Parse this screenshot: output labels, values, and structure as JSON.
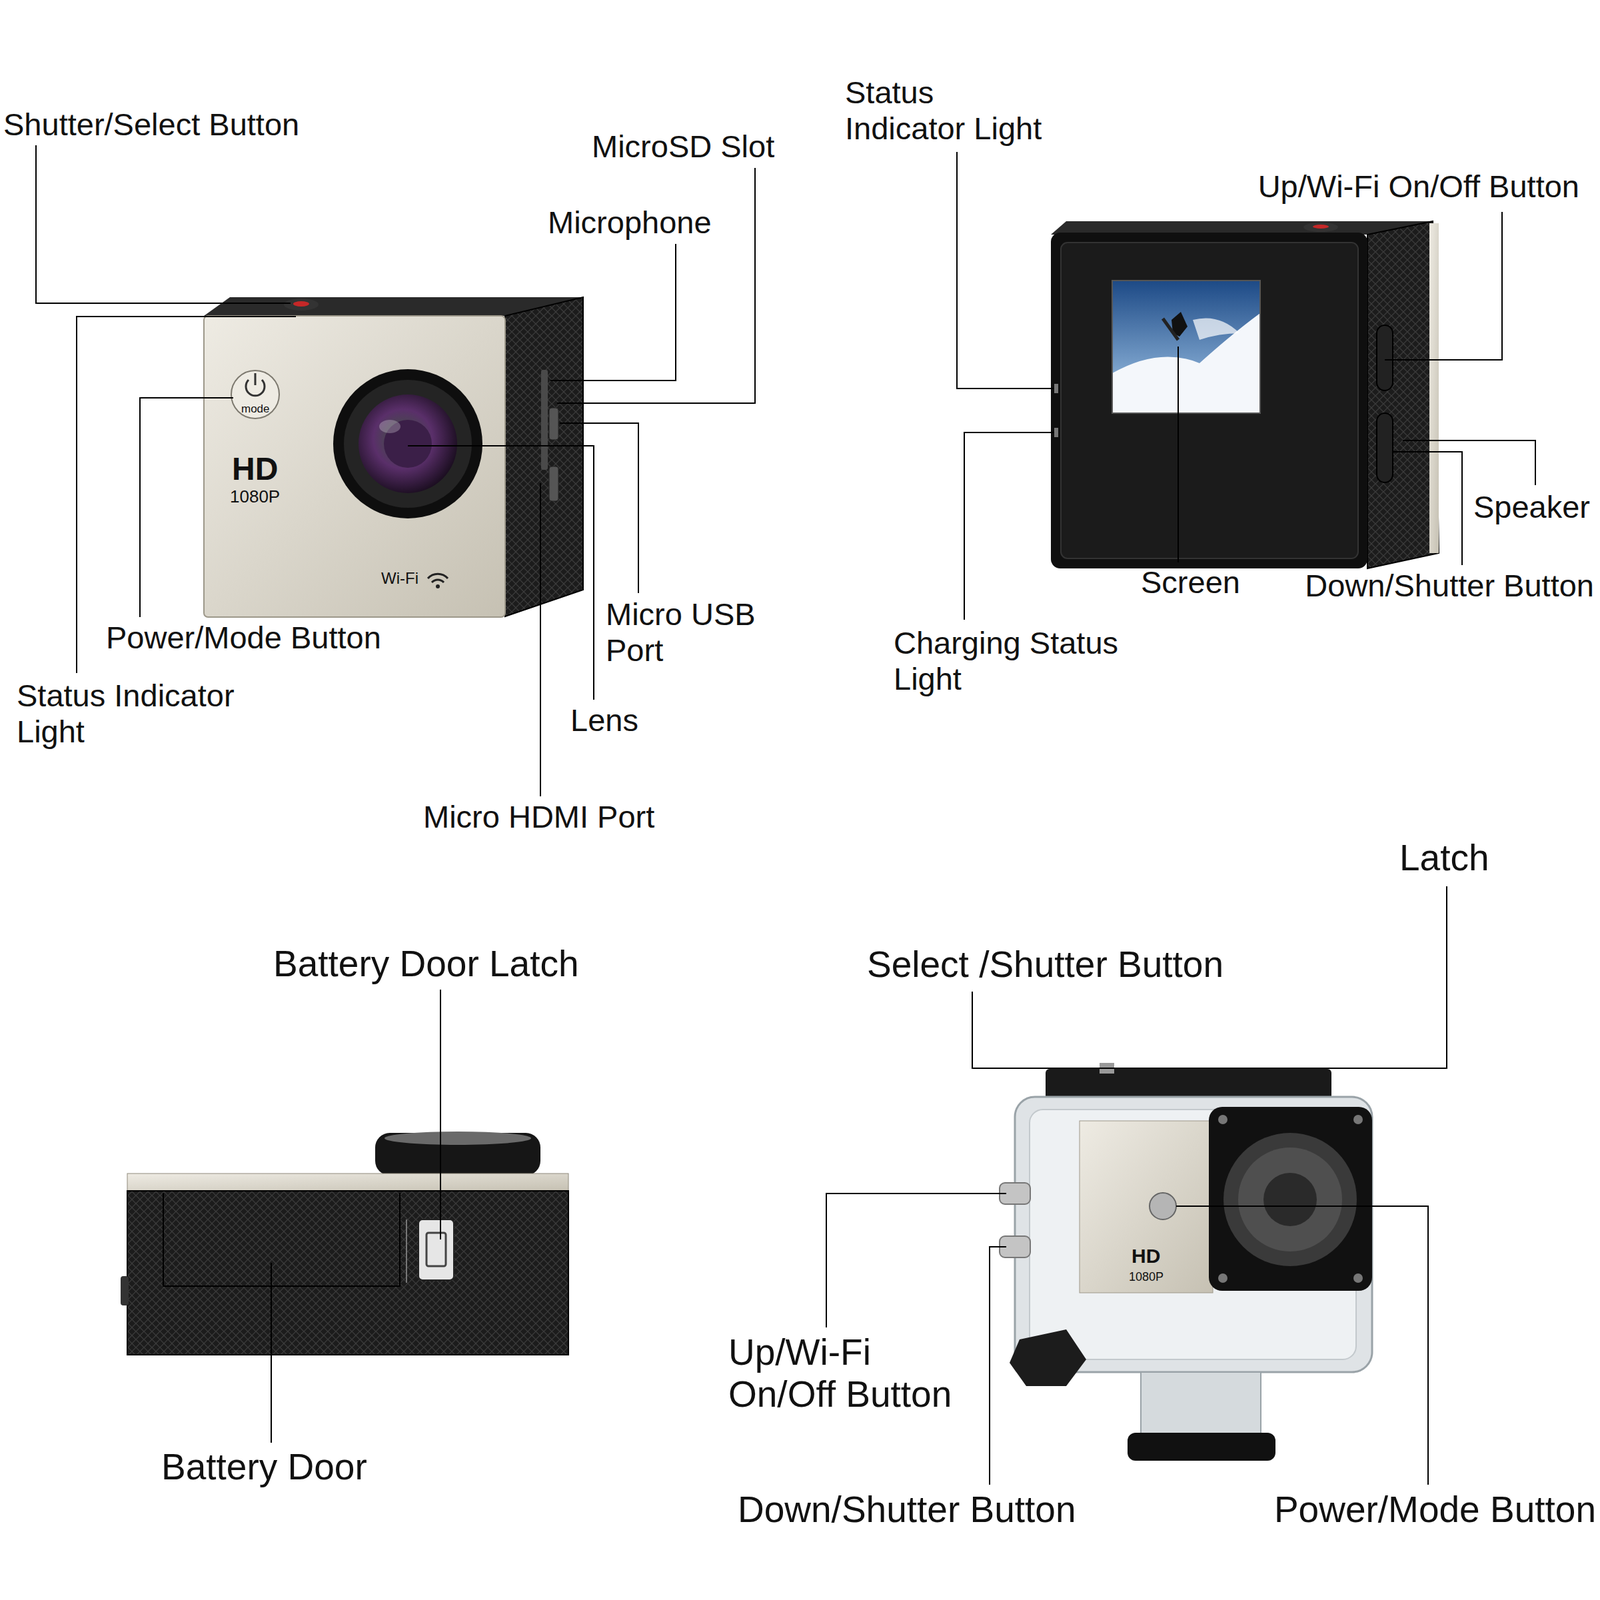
{
  "diagram": {
    "labels": [
      "Shutter/Select Button",
      "MicroSD Slot",
      "Microphone",
      "Power/Mode Button",
      "Micro USB Port",
      "Status Indicator Light",
      "Lens",
      "Micro HDMI Port",
      "mode",
      "HD",
      "1080P",
      "Wi-Fi",
      "Status Indicator Light",
      "Up/Wi-Fi On/Off Button",
      "Speaker",
      "Screen",
      "Down/Shutter Button",
      "Charging Status Light",
      "Battery Door Latch",
      "Battery Door",
      "Latch",
      "Select /Shutter Button",
      "HD",
      "1080P",
      "Up/Wi-Fi On/Off Button",
      "Down/Shutter Button",
      "Power/Mode Button"
    ]
  }
}
